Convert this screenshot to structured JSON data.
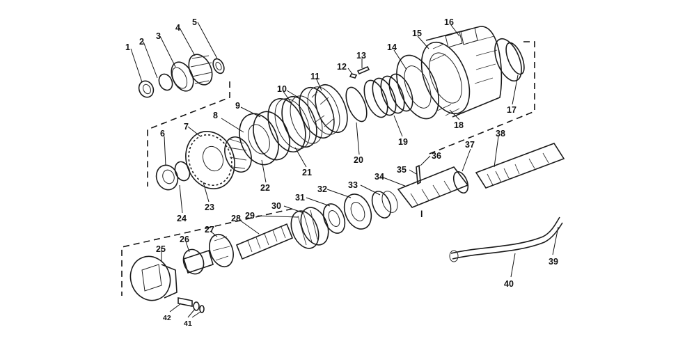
{
  "part_numbers": [
    "1",
    "2",
    "3",
    "4",
    "5",
    "6",
    "7",
    "8",
    "9",
    "10",
    "11",
    "12",
    "13",
    "14",
    "15",
    "16",
    "17",
    "18",
    "19",
    "20",
    "21",
    "22",
    "23",
    "24",
    "25",
    "26",
    "27",
    "28",
    "29",
    "30",
    "31",
    "32",
    "33",
    "34",
    "35",
    "36",
    "37",
    "38",
    "39",
    "40",
    "41",
    "42"
  ],
  "extra_marks": {
    "shaft_mark": "l"
  }
}
